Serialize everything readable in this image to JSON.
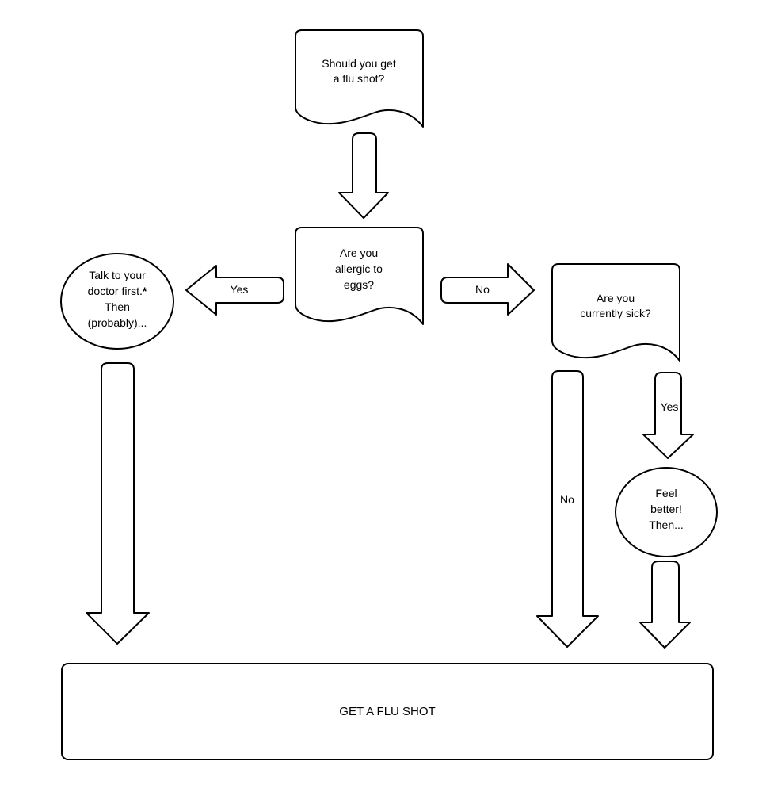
{
  "diagram": {
    "type": "flowchart",
    "colors": {
      "background": "#ffffff",
      "fill": "#ffffff",
      "stroke": "#000000",
      "text": "#000000"
    },
    "nodes": {
      "start": {
        "shape": "document",
        "lines": [
          "Should you get",
          "a flu shot?"
        ]
      },
      "allergic": {
        "shape": "document",
        "lines": [
          "Are you",
          "allergic to",
          "eggs?"
        ]
      },
      "doctor": {
        "shape": "ellipse",
        "line1": "Talk to your",
        "line2": "doctor first.",
        "line2_bold": "*",
        "line3": "Then",
        "line4": "(probably)..."
      },
      "sick": {
        "shape": "document",
        "lines": [
          "Are you",
          "currently sick?"
        ]
      },
      "feel_better": {
        "shape": "ellipse",
        "lines": [
          "Feel",
          "better!",
          "Then..."
        ]
      },
      "result": {
        "shape": "rounded_rectangle",
        "label": "GET A FLU SHOT"
      }
    },
    "edge_labels": {
      "allergic_yes": "Yes",
      "allergic_no": "No",
      "sick_no": "No",
      "sick_yes": "Yes"
    }
  }
}
